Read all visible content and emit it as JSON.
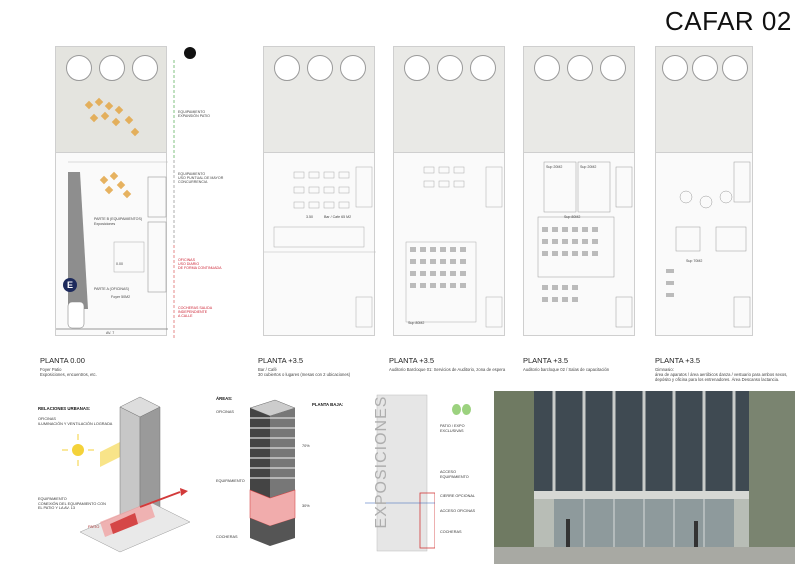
{
  "title": "CAFAR 02",
  "plans": [
    {
      "title": "PLANTA 0.00",
      "desc": "Foyer Patio\nExposiciones, encuentros, etc.",
      "labels": {
        "equip_patio": "EQUIPAMIENTO\nEXPANSIÓN PATIO",
        "equip_uso": "EQUIPAMIENTO\nUSO PUNTUAL DE MAYOR\nCONCURRENCIA",
        "oficinas": "OFICINAS\nUSO DIARIO\nDE FORMA CONTINUADA",
        "cocheras": "COCHERAS SALIDA\nINDEPENDIENTE\nA CALLE",
        "parte_b": "PARTE B (EQUIPAMIENTOS)",
        "exposiciones": "Exposiciones",
        "parte_a": "PARTE A (OFICINAS)",
        "foyer": "Foyer 50M2",
        "level": "0.00",
        "street": "AV. 7"
      }
    },
    {
      "title": "PLANTA +3.5",
      "desc": "Bar / Café\n30 cubiertos o lugares (mesas con 2 ubicaciones)",
      "labels": {
        "bar": "Bar / Cafe 65 M2",
        "level": "3.50"
      }
    },
    {
      "title": "PLANTA +3.5",
      "desc": "Auditorio Barcloque 01: Servicios de Auditorio, zona de espera",
      "labels": {
        "sup": "Sup 80M2"
      }
    },
    {
      "title": "PLANTA +3.5",
      "desc": "Auditorio barcloque 02 / Salas de capacitación",
      "labels": {
        "sup1": "Sup 20M2",
        "sup2": "Sup 20M2",
        "sup3": "Sup 80M2"
      }
    },
    {
      "title": "PLANTA +3.5",
      "desc": "Gimnasio:\nárea de aparatos / área aeróbicos danza / vestuario para ambos sexos,\ndepósito y oficina para los entrenadores. Área Descanso lactancia.",
      "labels": {
        "sup": "Sup 70M2"
      }
    }
  ],
  "diagrams": {
    "relaciones": {
      "heading": "RELACIONES URBANAS:",
      "oficinas": "OFICINAS\nILUMINACIÓN Y VENTILACIÓN LOGRADA",
      "equipamiento": "EQUIPAMIENTO\nCONEXIÓN DEL EQUIPAMIENTO CON\nEL PATIO Y LA AV. 13",
      "patio": "PATIO"
    },
    "areas": {
      "heading": "ÁREAS:",
      "oficinas": "OFICINAS",
      "pct1": "70%",
      "equipamiento": "EQUIPAMIENTO",
      "pct2": "30%",
      "cocheras": "COCHERAS"
    },
    "planta_baja": {
      "heading": "PLANTA BAJA:",
      "vertical": "EXPOSICIONES",
      "patio_expo": "PATIO / EXPO\nEXCLUSIVAS",
      "acceso_equip": "ACCESO\nEQUIPAMIENTO",
      "cierre": "CIERRE OPCIONAL",
      "acceso_ofic": "ACCESO OFICINAS",
      "cocheras": "COCHERAS"
    }
  },
  "colors": {
    "accent_orange": "#e3a646",
    "red": "#d23a3a",
    "pink": "#f0a4a4",
    "grid": "#cfcfcf"
  }
}
